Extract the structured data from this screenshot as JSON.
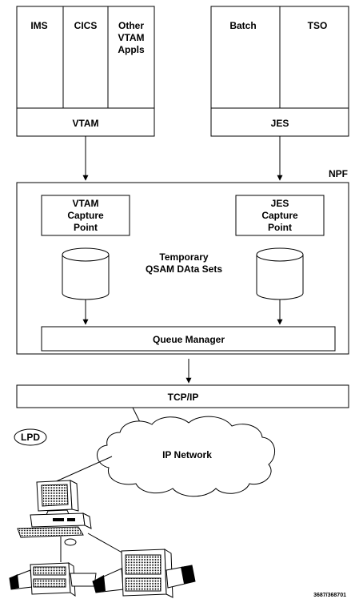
{
  "subsystems_left": {
    "apps": [
      {
        "lines": [
          "IMS"
        ]
      },
      {
        "lines": [
          "CICS"
        ]
      },
      {
        "lines": [
          "Other",
          "VTAM",
          "Appls"
        ]
      }
    ],
    "base": "VTAM"
  },
  "subsystems_right": {
    "apps": [
      {
        "lines": [
          "Batch"
        ]
      },
      {
        "lines": [
          "TSO"
        ]
      }
    ],
    "base": "JES"
  },
  "npf": {
    "label": "NPF",
    "vtam_capture": [
      "VTAM",
      "Capture",
      "Point"
    ],
    "jes_capture": [
      "JES",
      "Capture",
      "Point"
    ],
    "datasets": [
      "Temporary",
      "QSAM DAta Sets"
    ],
    "queue_manager": "Queue Manager"
  },
  "tcpip": "TCP/IP",
  "network": "IP Network",
  "lpd": "LPD",
  "figure_id": "3687/368701"
}
